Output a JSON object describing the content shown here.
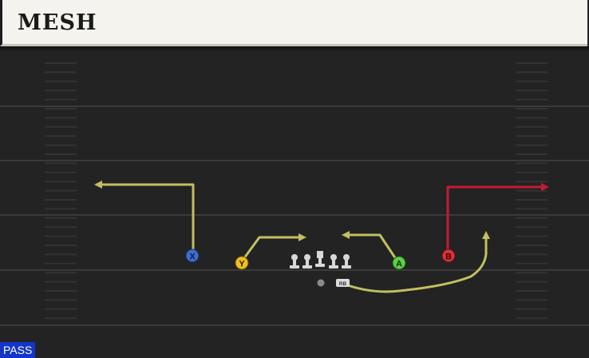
{
  "play": {
    "title": "MESH",
    "type_badge": "PASS"
  },
  "players": {
    "x": "X",
    "y": "Y",
    "a": "A",
    "b": "B",
    "rb": "RB"
  },
  "colors": {
    "header_bg": "#f5f3ee",
    "field_bg": "#232323",
    "route_default": "#c3bf60",
    "route_primary": "#c41b34",
    "x_receiver": "#3b6fd4",
    "y_receiver": "#f0c020",
    "a_receiver": "#5fcf45",
    "b_receiver": "#e0303c",
    "pass_badge": "#1336c8"
  }
}
